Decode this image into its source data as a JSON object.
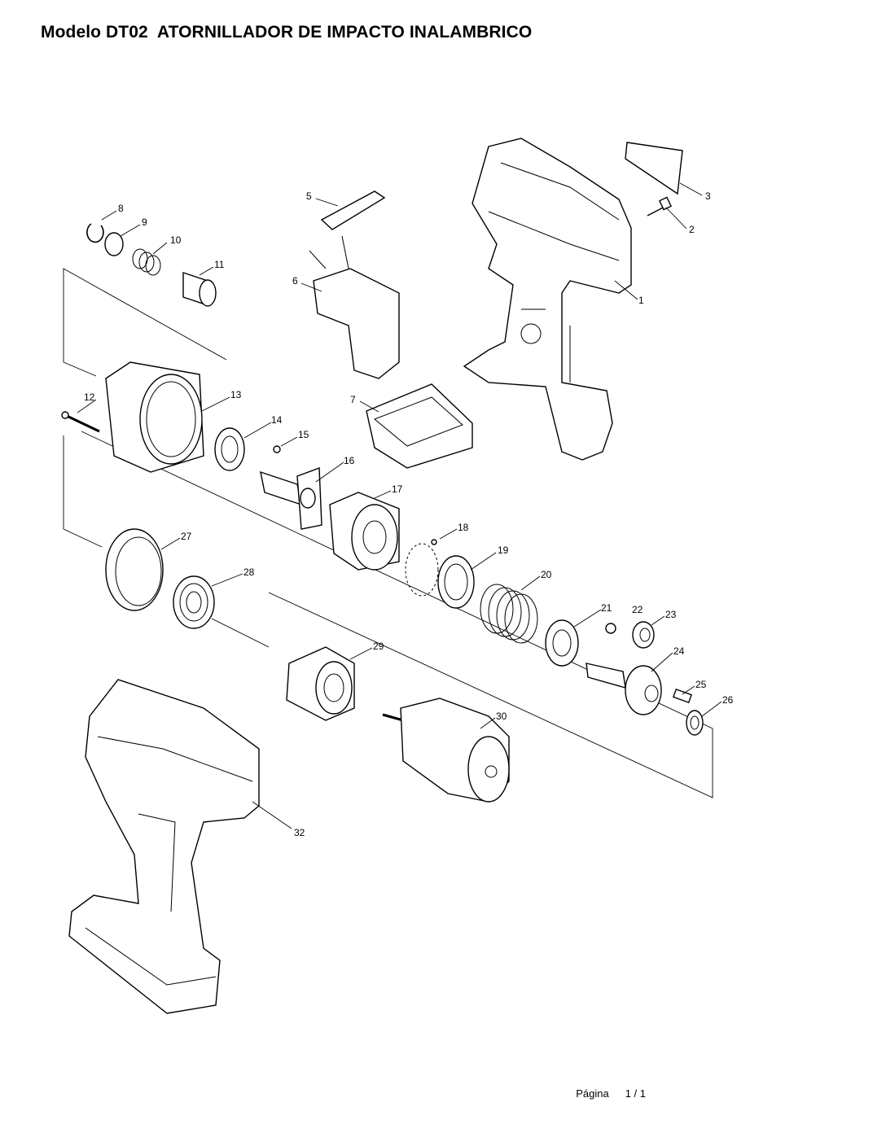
{
  "header": {
    "title": "Modelo DT02  ATORNILLADOR DE IMPACTO INALAMBRICO"
  },
  "parts": [
    {
      "number": "1"
    },
    {
      "number": "2"
    },
    {
      "number": "3"
    },
    {
      "number": "5"
    },
    {
      "number": "6"
    },
    {
      "number": "7"
    },
    {
      "number": "8"
    },
    {
      "number": "9"
    },
    {
      "number": "10"
    },
    {
      "number": "11"
    },
    {
      "number": "12"
    },
    {
      "number": "13"
    },
    {
      "number": "14"
    },
    {
      "number": "15"
    },
    {
      "number": "16"
    },
    {
      "number": "17"
    },
    {
      "number": "18"
    },
    {
      "number": "19"
    },
    {
      "number": "20"
    },
    {
      "number": "21"
    },
    {
      "number": "22"
    },
    {
      "number": "23"
    },
    {
      "number": "24"
    },
    {
      "number": "25"
    },
    {
      "number": "26"
    },
    {
      "number": "27"
    },
    {
      "number": "28"
    },
    {
      "number": "29"
    },
    {
      "number": "30"
    },
    {
      "number": "32"
    }
  ],
  "footer": {
    "page_label": "Página",
    "page_value": "1 / 1"
  }
}
